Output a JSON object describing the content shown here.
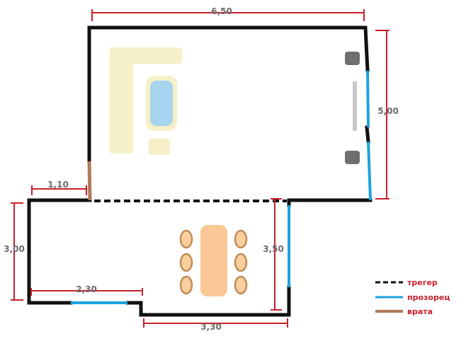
{
  "colors": {
    "wall": "#111111",
    "window": "#1ea2dd",
    "door": "#b07a58",
    "dimension": "#c8202a",
    "dimension_text": "#6b6b6b",
    "furniture_fill": "#f6f0c9",
    "table_fill": "#f9c896",
    "chair_fill": "#f9cf9f",
    "chair_stroke": "#c28c55",
    "basin_fill": "#a7d4ee",
    "appliance": "#6f6f6f"
  },
  "dimensions": {
    "top_width": "6,50",
    "right_height": "5,00",
    "left_offset": "1,10",
    "lower_height": "3,00",
    "bottom_left_width": "2,30",
    "middle_height": "3,50",
    "bottom_right_width": "3,30"
  },
  "legend": [
    {
      "key": "beam",
      "label": "трегер"
    },
    {
      "key": "window",
      "label": "прозорец"
    },
    {
      "key": "door",
      "label": "врата"
    }
  ]
}
